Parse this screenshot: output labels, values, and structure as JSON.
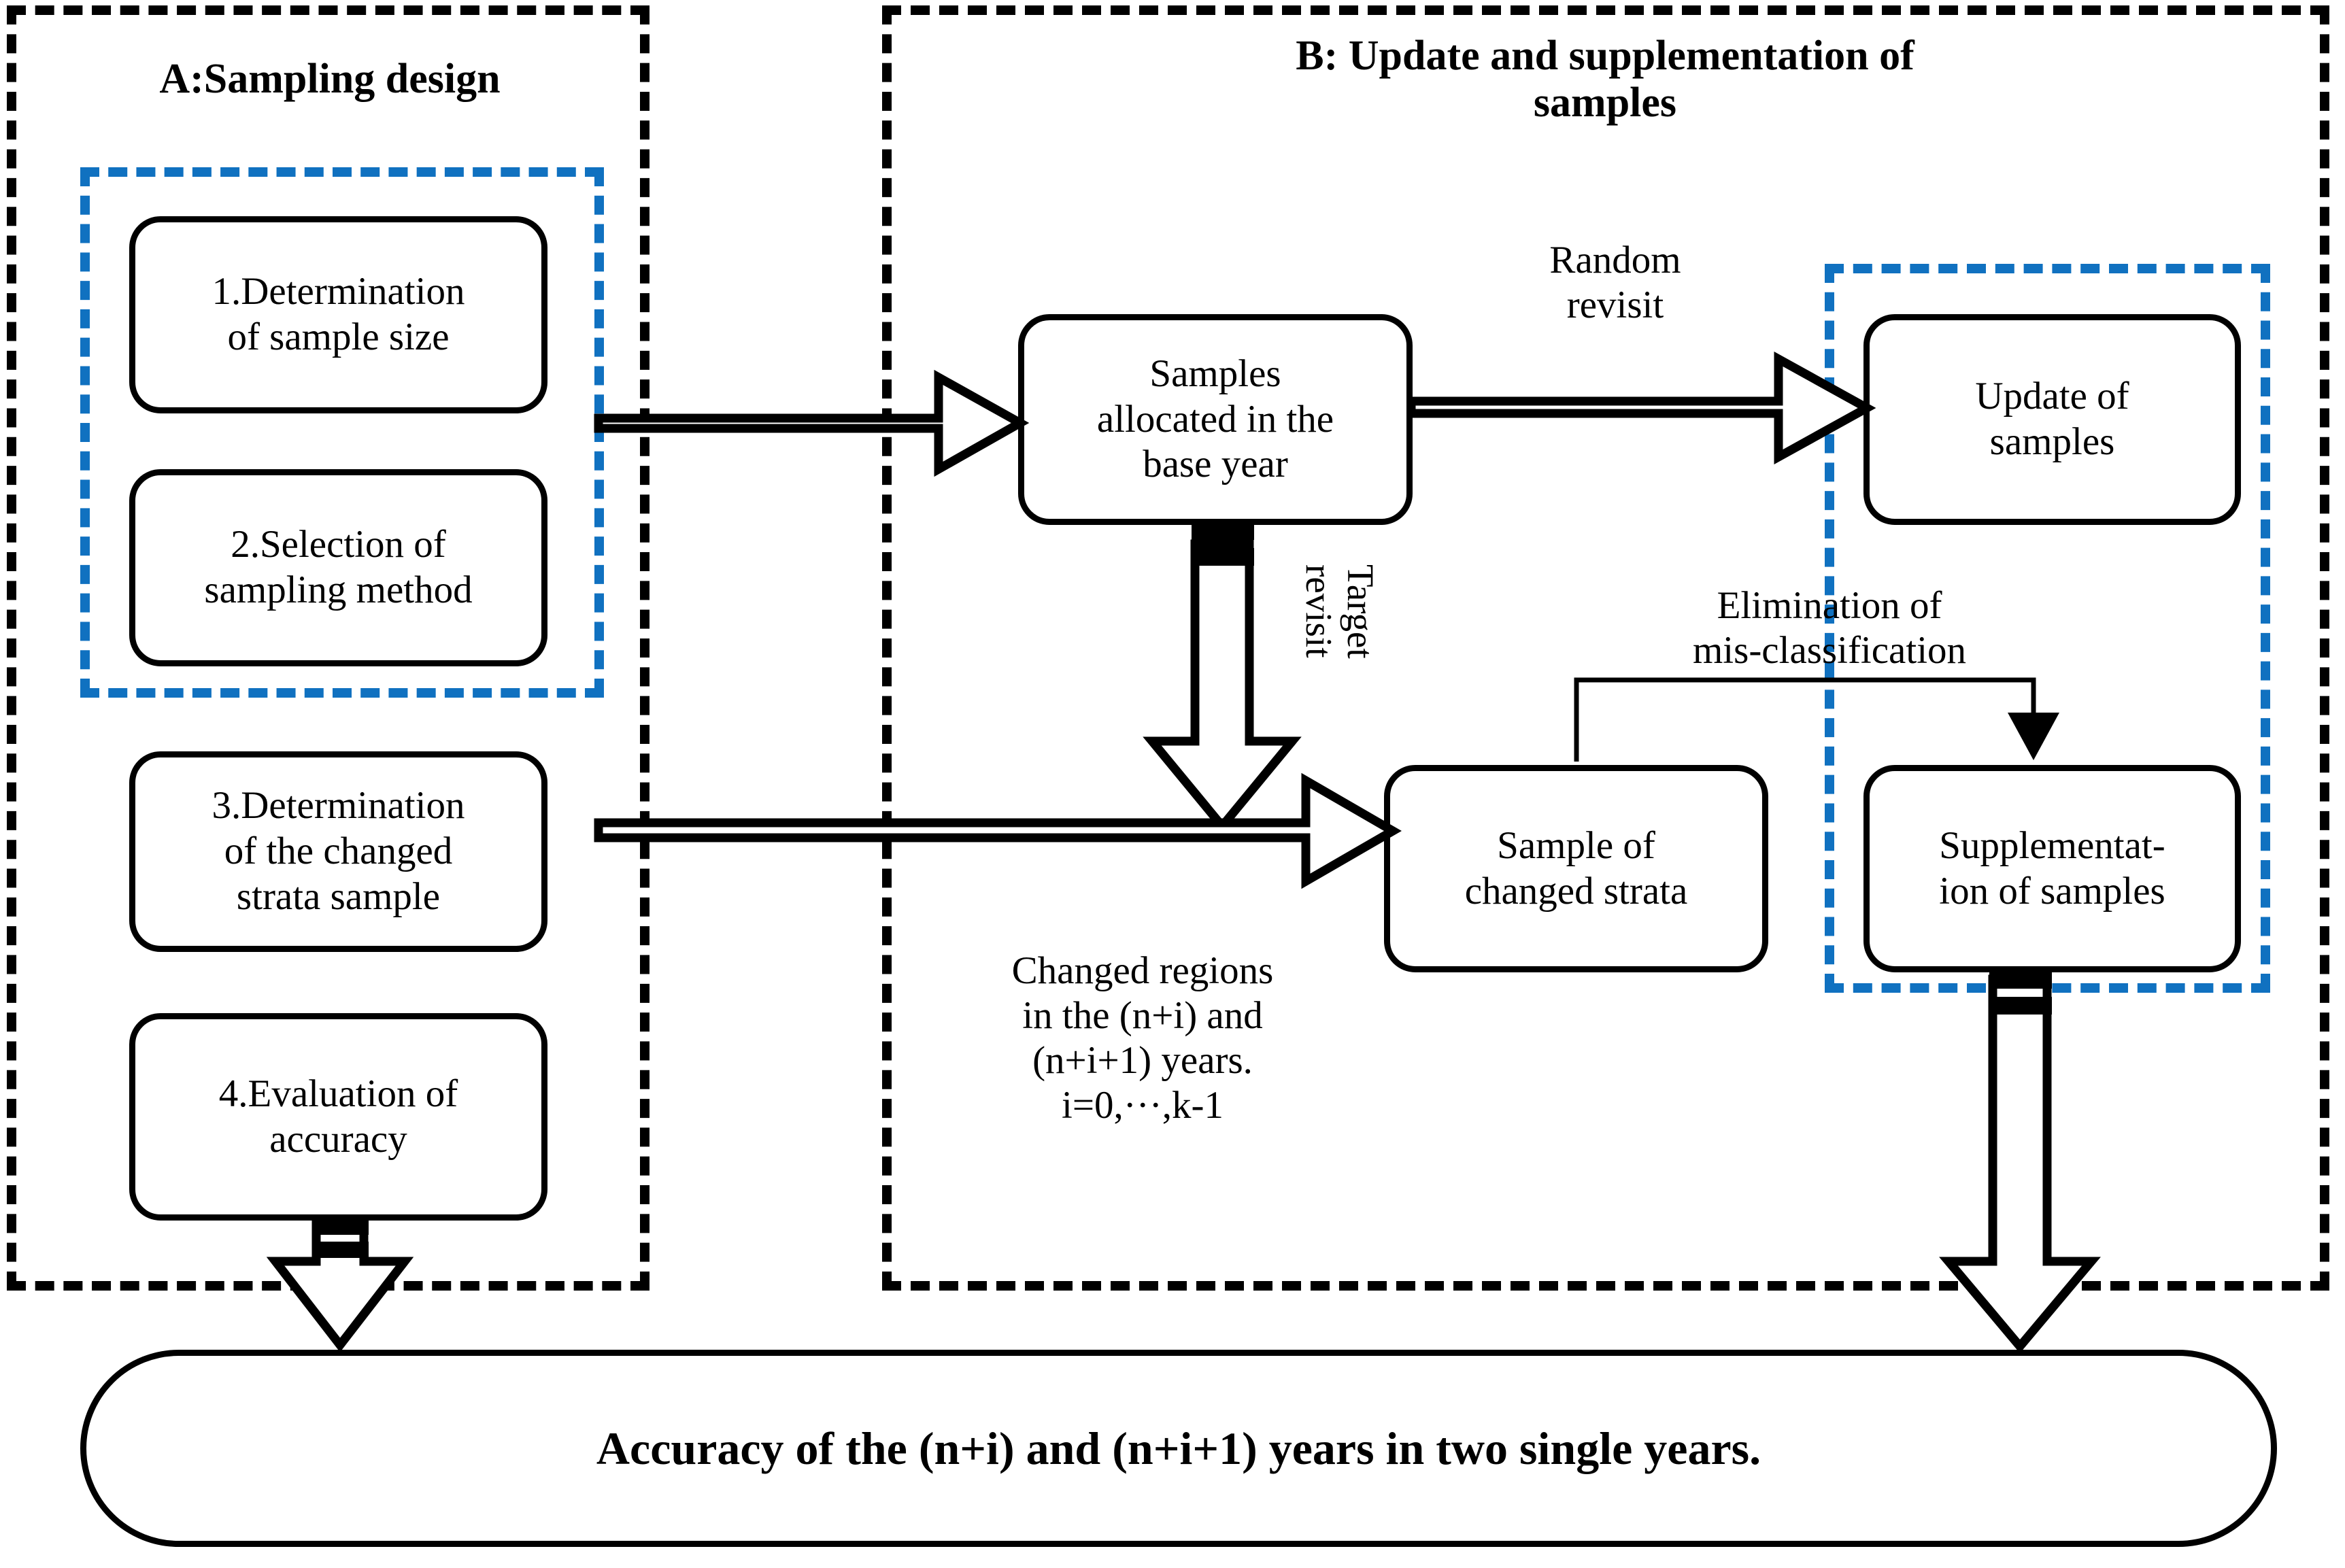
{
  "panels": {
    "a": {
      "title": "A:Sampling design"
    },
    "b": {
      "title": "B: Update and supplementation of\nsamples"
    }
  },
  "boxes": {
    "step1": "1.Determination\nof sample size",
    "step2": "2.Selection of\nsampling method",
    "step3": "3.Determination\nof the changed\nstrata sample",
    "step4": "4.Evaluation of\naccuracy",
    "base_year": "Samples\nallocated in the\nbase year",
    "update": "Update of\nsamples",
    "changed_strata": "Sample of\nchanged strata",
    "supplementation": "Supplementat-\nion of samples"
  },
  "labels": {
    "random_revisit": "Random\nrevisit",
    "target_revisit": "Target\nrevisit",
    "elimination": "Elimination of\nmis-classification",
    "changed_regions": "Changed regions\nin the (n+i) and\n(n+i+1) years.\ni=0,···,k-1"
  },
  "outcome": {
    "text": "Accuracy of the (n+i) and (n+i+1) years in two single years."
  },
  "colors": {
    "blue_dashed": "#1071c0",
    "black": "#000000",
    "background": "#ffffff"
  }
}
